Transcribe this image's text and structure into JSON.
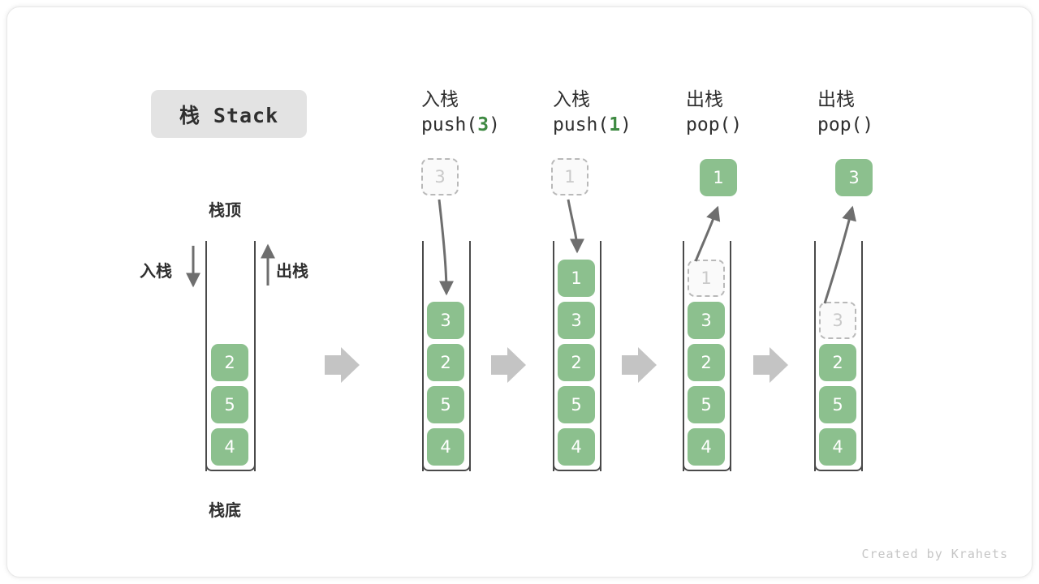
{
  "title": {
    "label": "栈 Stack"
  },
  "legend": {
    "top_label": "栈顶",
    "bottom_label": "栈底",
    "push_label": "入栈",
    "pop_label": "出栈"
  },
  "credit": "Created by Krahets",
  "colors": {
    "cell_fill": "#8cc08e",
    "cell_text": "#ffffff",
    "ghost_fill": "#fafafa",
    "ghost_border": "#b9b9b9",
    "ghost_text": "#c9c9c9",
    "stack_border": "#4a4a4a",
    "arrow_gray": "#c4c4c4",
    "curve_arrow": "#6e6e6e",
    "accent_green": "#3f8a43",
    "chip_bg": "#e3e3e3",
    "text": "#2f2f2f"
  },
  "stages": [
    {
      "id": "initial",
      "head_cn": "",
      "head_op": "",
      "arg": "",
      "cells": [
        "2",
        "5",
        "4"
      ],
      "external": null,
      "ghost_index": null
    },
    {
      "id": "push-3",
      "head_cn": "入栈",
      "head_op_prefix": "push(",
      "arg": "3",
      "head_op_suffix": ")",
      "cells": [
        "3",
        "2",
        "5",
        "4"
      ],
      "external": {
        "value": "3",
        "style": "ghost"
      },
      "ghost_index": null
    },
    {
      "id": "push-1",
      "head_cn": "入栈",
      "head_op_prefix": "push(",
      "arg": "1",
      "head_op_suffix": ")",
      "cells": [
        "1",
        "3",
        "2",
        "5",
        "4"
      ],
      "external": {
        "value": "1",
        "style": "ghost"
      },
      "ghost_index": null
    },
    {
      "id": "pop-1",
      "head_cn": "出栈",
      "head_op_prefix": "pop(",
      "arg": "",
      "head_op_suffix": ")",
      "cells": [
        "1",
        "3",
        "2",
        "5",
        "4"
      ],
      "external": {
        "value": "1",
        "style": "solid"
      },
      "ghost_index": 0
    },
    {
      "id": "pop-3",
      "head_cn": "出栈",
      "head_op_prefix": "pop(",
      "arg": "",
      "head_op_suffix": ")",
      "cells": [
        "3",
        "2",
        "5",
        "4"
      ],
      "external": {
        "value": "3",
        "style": "solid"
      },
      "ghost_index": 0
    }
  ],
  "flow_arrows": 4
}
